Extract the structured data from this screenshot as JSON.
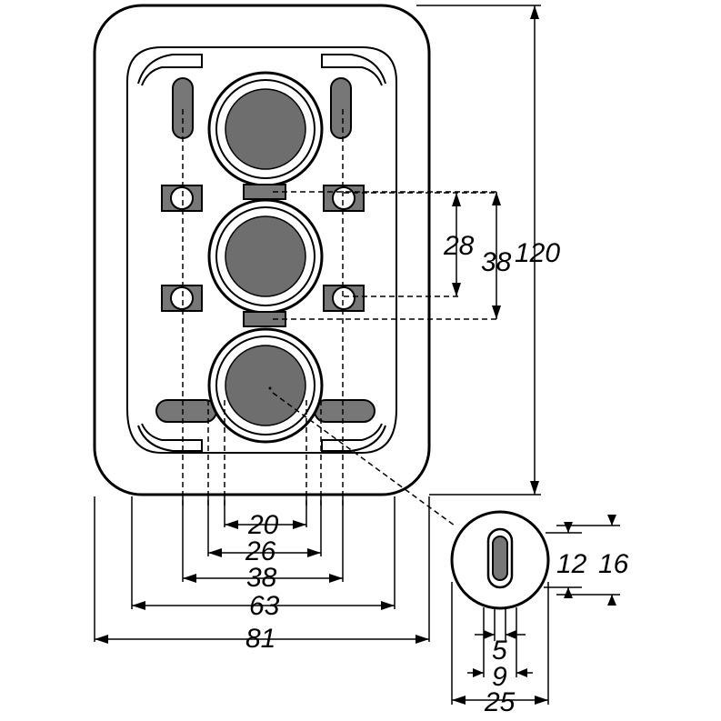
{
  "drawing": {
    "dimensions": {
      "d20": "20",
      "d26": "26",
      "d38_bottom": "38",
      "d63": "63",
      "d81": "81",
      "d28": "28",
      "d38_side": "38",
      "d120": "120",
      "d12": "12",
      "d16": "16",
      "d5": "5",
      "d9": "9",
      "d25": "25"
    }
  }
}
